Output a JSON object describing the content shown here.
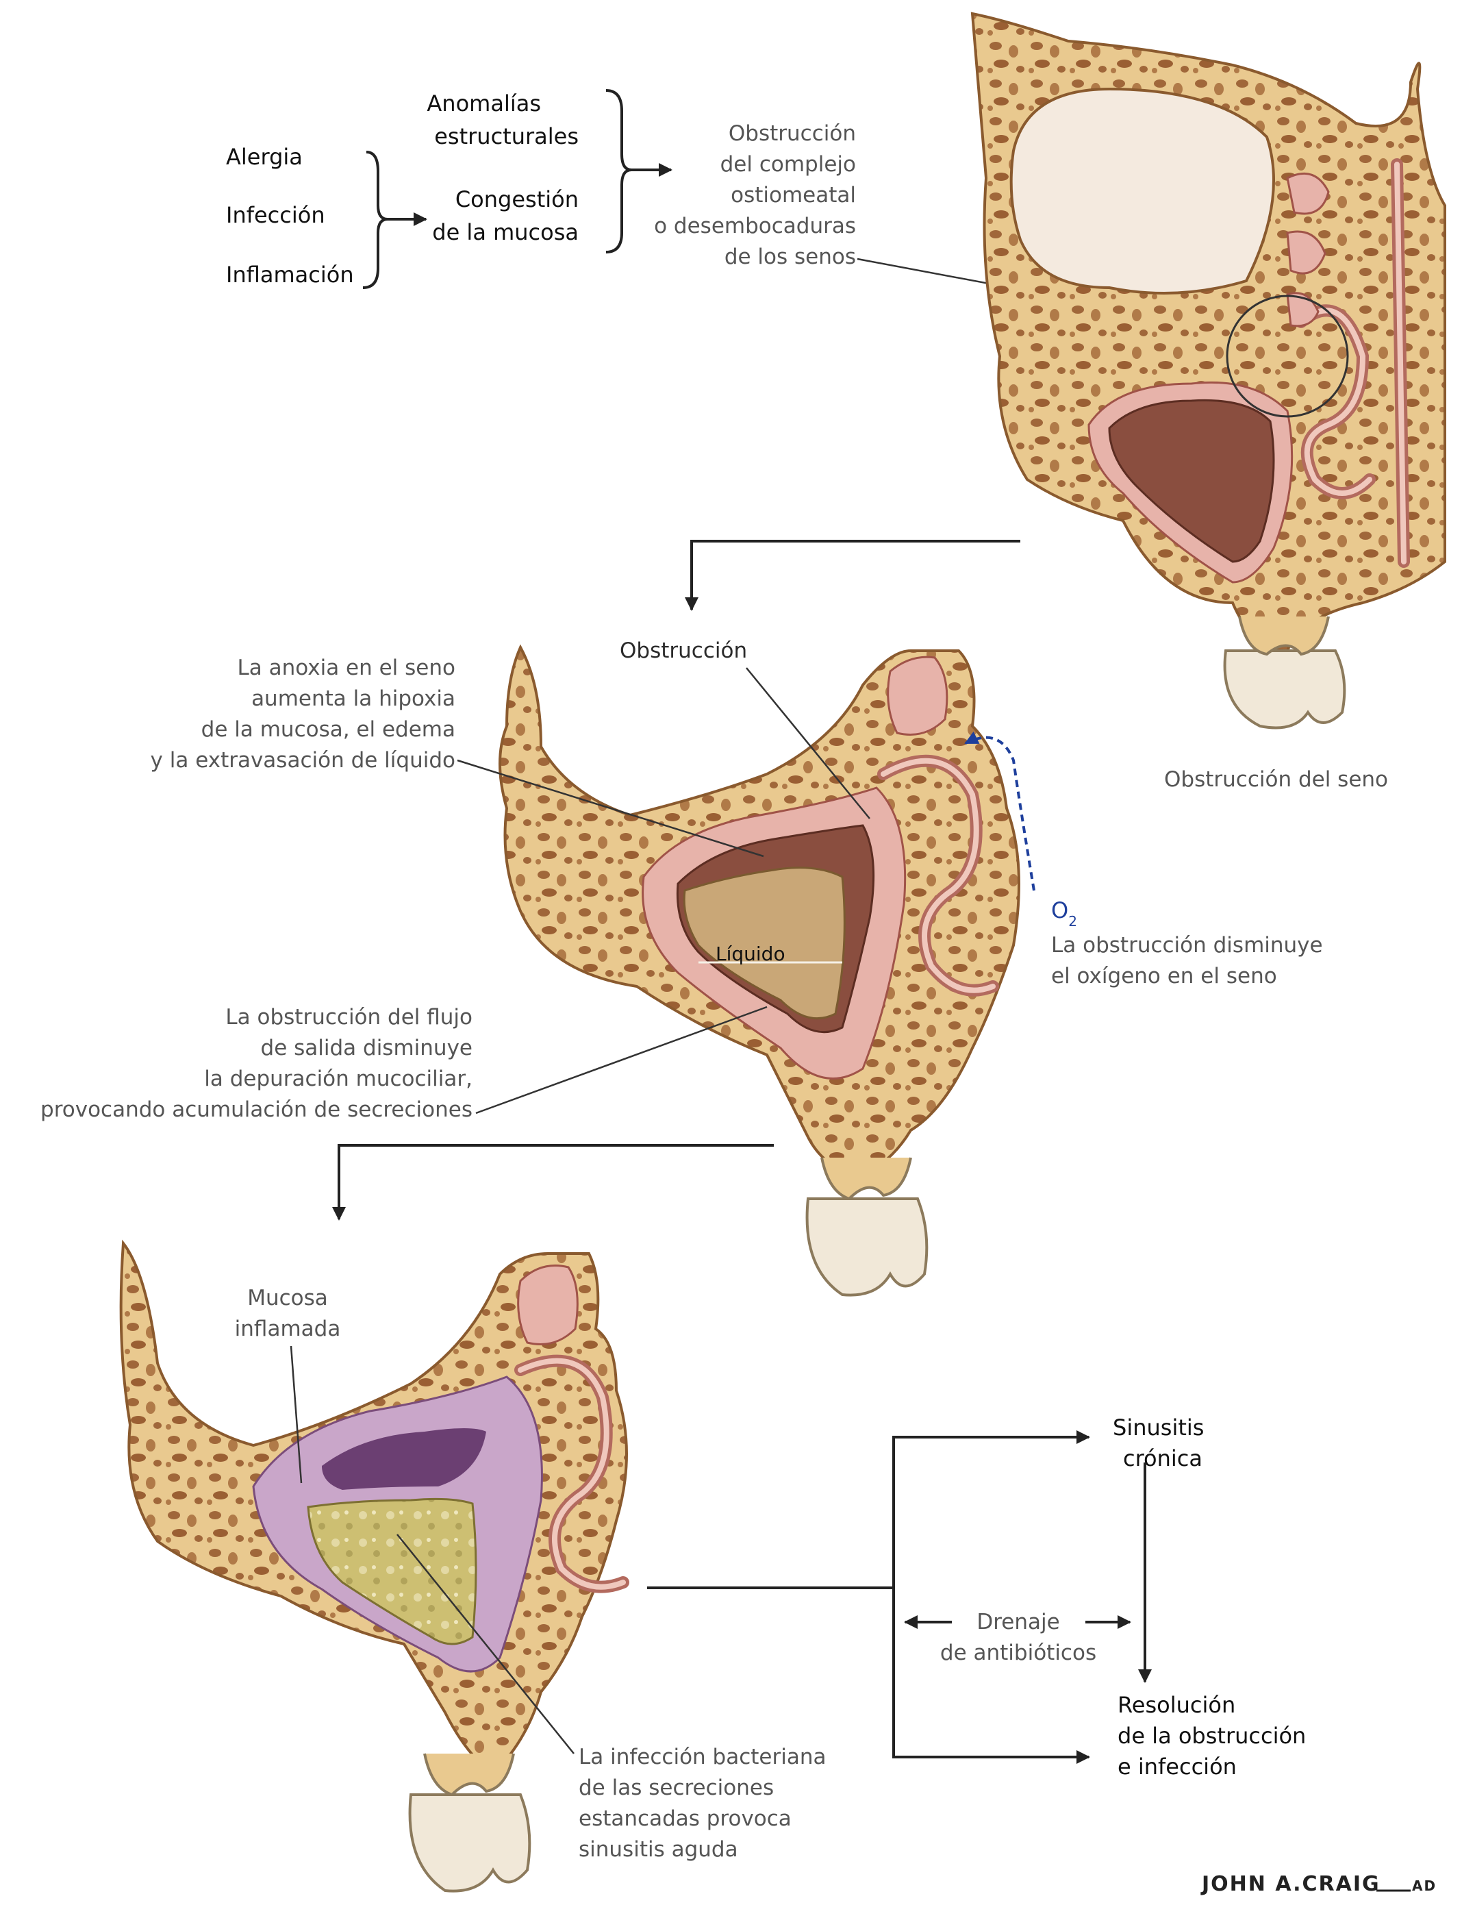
{
  "flow": {
    "causes": [
      "Alergia",
      "Infección",
      "Inflamación"
    ],
    "anomalias": [
      "Anomalías",
      "estructurales"
    ],
    "congestion": [
      "Congestión",
      "de la mucosa"
    ],
    "obstruccion_complejo": [
      "Obstrucción",
      "del complejo",
      "ostiomeatal",
      "o desembocaduras",
      "de los senos"
    ]
  },
  "panel1": {
    "caption": "Obstrucción del seno"
  },
  "panel2": {
    "obstruccion": "Obstrucción",
    "anoxia": [
      "La anoxia en el seno",
      "aumenta la hipoxia",
      "de la mucosa, el edema",
      "y la extravasación de líquido"
    ],
    "liquido": "Líquido",
    "o2_symbol": "O",
    "o2_sub": "2",
    "o2_text": [
      "La obstrucción disminuye",
      "el oxígeno en el seno"
    ],
    "flujo": [
      "La obstrucción del flujo",
      "de salida disminuye",
      "la depuración mucociliar,",
      "provocando acumulación de secreciones"
    ]
  },
  "panel3": {
    "mucosa": [
      "Mucosa",
      "inflamada"
    ],
    "infeccion": [
      "La infección bacteriana",
      "de las secreciones",
      "estancadas provoca",
      "sinusitis aguda"
    ]
  },
  "outcomes": {
    "cronica": [
      "Sinusitis",
      "crónica"
    ],
    "drenaje": [
      "Drenaje",
      "de antibióticos"
    ],
    "resolucion": [
      "Resolución",
      "de la obstrucción",
      "e infección"
    ]
  },
  "signature": "JOHN A.CRAIG",
  "signature_suffix": "AD",
  "colors": {
    "bone": "#e9c98f",
    "mucosa": "#e7b3aa",
    "inflamed_mucosa": "#c9a6c9",
    "o2_arrow": "#1e3f9c"
  }
}
